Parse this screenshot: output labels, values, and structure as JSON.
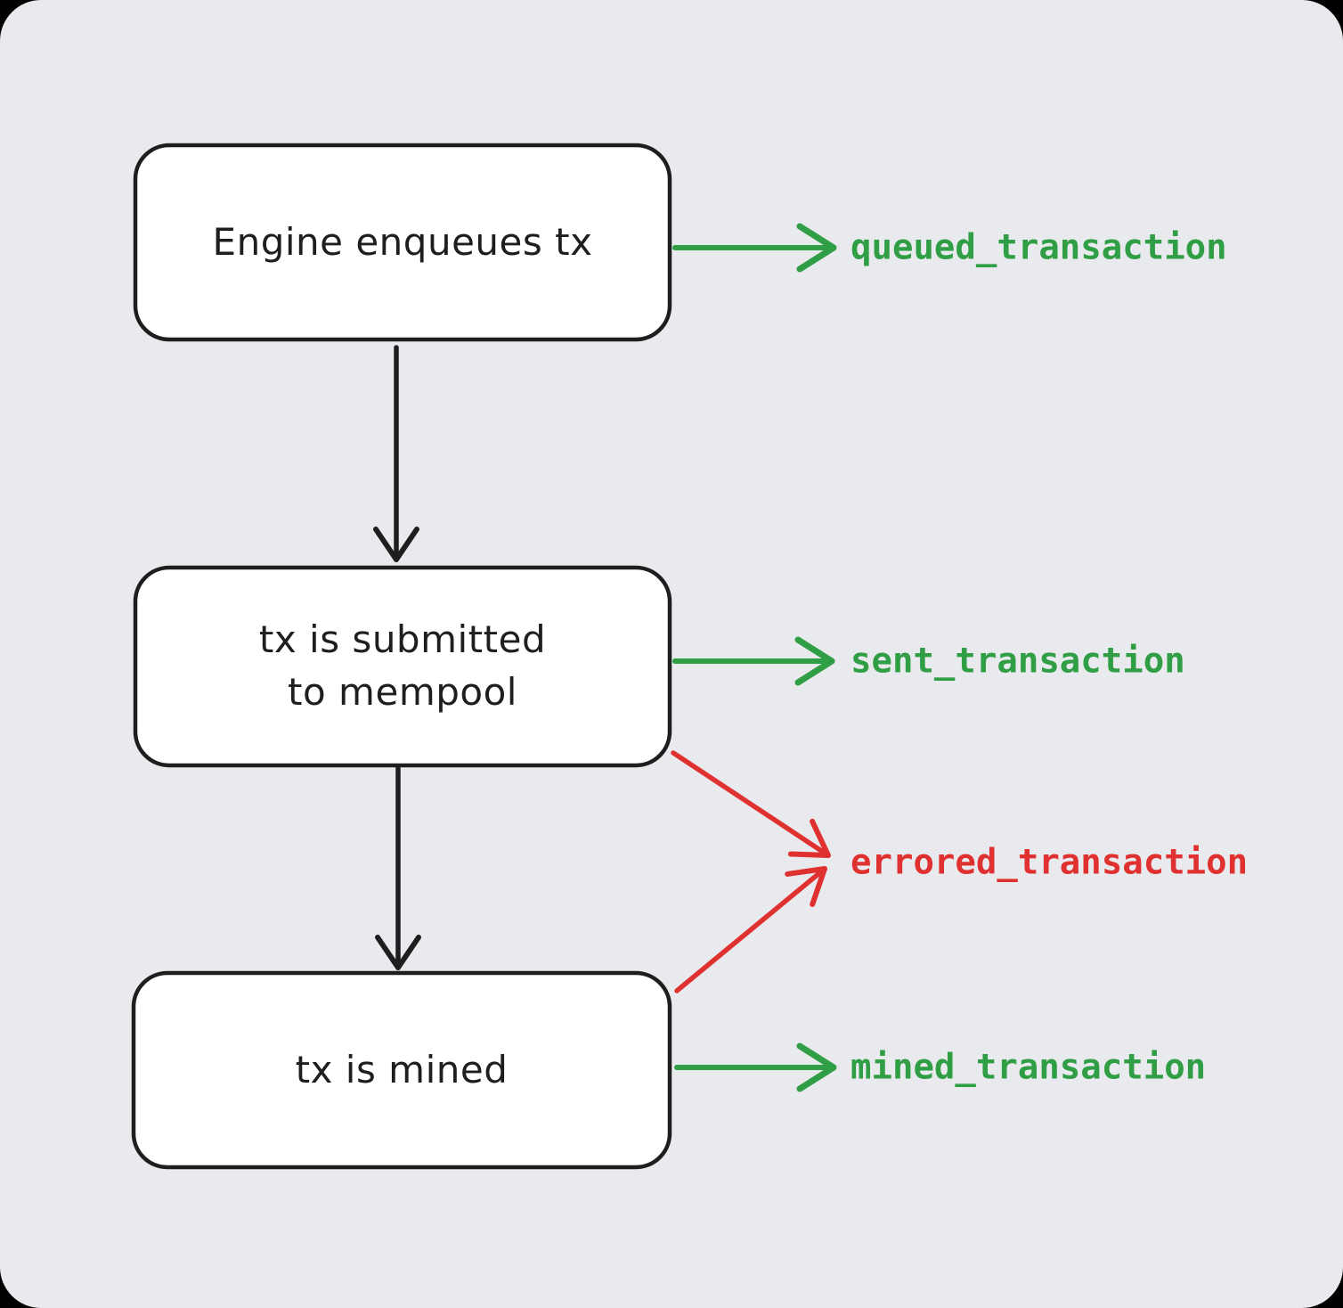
{
  "canvas": {
    "background": "#e9eaee",
    "outside": "#000000"
  },
  "colors": {
    "stroke": "#1e1e1e",
    "node_fill": "#ffffff",
    "success": "#2f9e44",
    "error": "#e03131"
  },
  "nodes": [
    {
      "id": "enqueue",
      "label_lines": [
        "Engine enqueues tx"
      ]
    },
    {
      "id": "submit",
      "label_lines": [
        "tx is submitted",
        "to mempool"
      ]
    },
    {
      "id": "mined",
      "label_lines": [
        "tx is mined"
      ]
    }
  ],
  "events": {
    "queued": {
      "label": "queued_transaction",
      "status": "success"
    },
    "sent": {
      "label": "sent_transaction",
      "status": "success"
    },
    "errored": {
      "label": "errored_transaction",
      "status": "error"
    },
    "mined": {
      "label": "mined_transaction",
      "status": "success"
    }
  }
}
